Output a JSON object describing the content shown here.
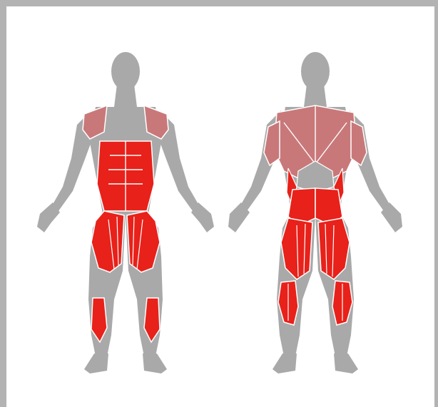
{
  "figure": {
    "views": [
      "front",
      "back"
    ]
  },
  "colors": {
    "frame": "#b3b3b3",
    "background": "#ffffff",
    "body_gray": "#a9a9a9",
    "primary_muscle": "#e8211a",
    "secondary_muscle": "#c9787a",
    "outline": "#ffffff"
  },
  "highlighted_muscles": {
    "front_primary": [
      "abdominals",
      "obliques",
      "quadriceps",
      "adductors",
      "tibialis-anterior"
    ],
    "front_secondary": [
      "deltoids"
    ],
    "back_primary": [
      "glutes",
      "hamstrings",
      "calves",
      "obliques"
    ],
    "back_secondary": [
      "trapezius",
      "latissimus-dorsi",
      "rear-deltoids",
      "triceps"
    ]
  }
}
